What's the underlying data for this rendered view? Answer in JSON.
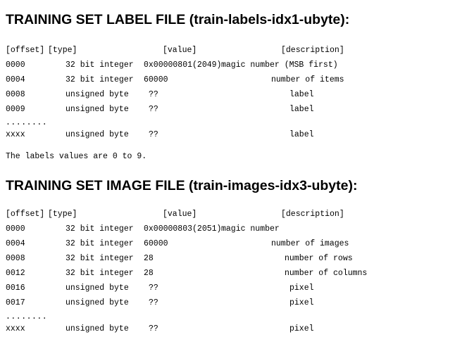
{
  "label_section": {
    "heading": "TRAINING SET LABEL FILE (train-labels-idx1-ubyte):",
    "headers": {
      "offset": "[offset]",
      "type": "[type]",
      "value": "[value]",
      "description": "[description]"
    },
    "rows": [
      {
        "offset": "0000",
        "type": "32 bit integer",
        "value": "0x00000801(2049)",
        "description": "magic number (MSB first)"
      },
      {
        "offset": "0004",
        "type": "32 bit integer",
        "value": "60000",
        "description": "number of items"
      },
      {
        "offset": "0008",
        "type": "unsigned byte",
        "value": "??",
        "description": "label"
      },
      {
        "offset": "0009",
        "type": "unsigned byte",
        "value": "??",
        "description": "label"
      }
    ],
    "ellipsis": "........",
    "last_row": {
      "offset": "xxxx",
      "type": "unsigned byte",
      "value": "??",
      "description": "label"
    },
    "note": "The labels values are 0 to 9."
  },
  "image_section": {
    "heading": "TRAINING SET IMAGE FILE (train-images-idx3-ubyte):",
    "headers": {
      "offset": "[offset]",
      "type": "[type]",
      "value": "[value]",
      "description": "[description]"
    },
    "rows": [
      {
        "offset": "0000",
        "type": "32 bit integer",
        "value": "0x00000803(2051)",
        "description": "magic number"
      },
      {
        "offset": "0004",
        "type": "32 bit integer",
        "value": "60000",
        "description": "number of images"
      },
      {
        "offset": "0008",
        "type": "32 bit integer",
        "value": "28",
        "description": "number of rows"
      },
      {
        "offset": "0012",
        "type": "32 bit integer",
        "value": "28",
        "description": "number of columns"
      },
      {
        "offset": "0016",
        "type": "unsigned byte",
        "value": "??",
        "description": "pixel"
      },
      {
        "offset": "0017",
        "type": "unsigned byte",
        "value": "??",
        "description": "pixel"
      }
    ],
    "ellipsis": "........",
    "last_row": {
      "offset": "xxxx",
      "type": "unsigned byte",
      "value": "??",
      "description": "pixel"
    }
  }
}
